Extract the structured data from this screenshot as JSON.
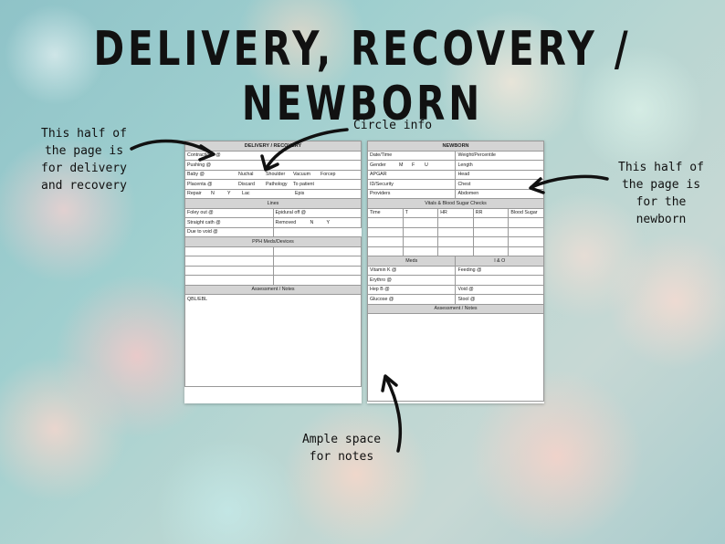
{
  "headline": "DELIVERY, RECOVERY / NEWBORN",
  "callouts": {
    "circle_info": "Circle info",
    "left_note": [
      "This half of",
      "the page is",
      "for delivery",
      "and recovery"
    ],
    "right_note": [
      "This half of",
      "the page is",
      "for the",
      "newborn"
    ],
    "notes_note": [
      "Ample space",
      "for notes"
    ]
  },
  "left_sheet": {
    "title": "DELIVERY / RECOVERY",
    "rows": {
      "contractions": "Contractions @",
      "pushing": "Pushing @",
      "baby": "Baby @",
      "nuchal": "Nuchal",
      "shoulder": "Shoulder",
      "vacuum": "Vacuum",
      "forcep": "Forcep",
      "placenta": "Placenta @",
      "discard": "Discard",
      "pathology": "Pathology",
      "to_patient": "To patient",
      "repair": "Repair",
      "n": "N",
      "y": "Y",
      "lac": "Lac",
      "epis": "Epis"
    },
    "lines_header": "Lines",
    "lines": {
      "foley_out": "Foley out @",
      "epidural_off": "Epidural off @",
      "straight_cath": "Straight cath @",
      "removed": "Removed",
      "n": "N",
      "y": "Y",
      "due_to_void": "Due to void @"
    },
    "pph_header": "PPH Meds/Devices",
    "assessment_header": "Assessment / Notes",
    "qbl": "QBL/EBL"
  },
  "right_sheet": {
    "title": "NEWBORN",
    "rows": {
      "date_time": "Date/Time",
      "weight": "Weight/Percentile",
      "gender": "Gender",
      "m": "M",
      "f": "F",
      "u": "U",
      "length": "Length",
      "apgar": "APGAR",
      "head": "Head",
      "id_security": "ID/Security",
      "chest": "Chest",
      "providers": "Providers",
      "abdomen": "Abdomen"
    },
    "vitals_header": "Vitals & Blood Sugar Checks",
    "vitals_cols": [
      "Time",
      "T",
      "HR",
      "RR",
      "Blood Sugar"
    ],
    "meds_header": "Meds",
    "io_header": "I & O",
    "meds": [
      "Vitamin K @",
      "Erythro @",
      "Hep B @",
      "Glucose @"
    ],
    "io": [
      "Feeding @",
      "",
      "Void @",
      "Stool @"
    ],
    "assessment_header": "Assessment / Notes"
  }
}
